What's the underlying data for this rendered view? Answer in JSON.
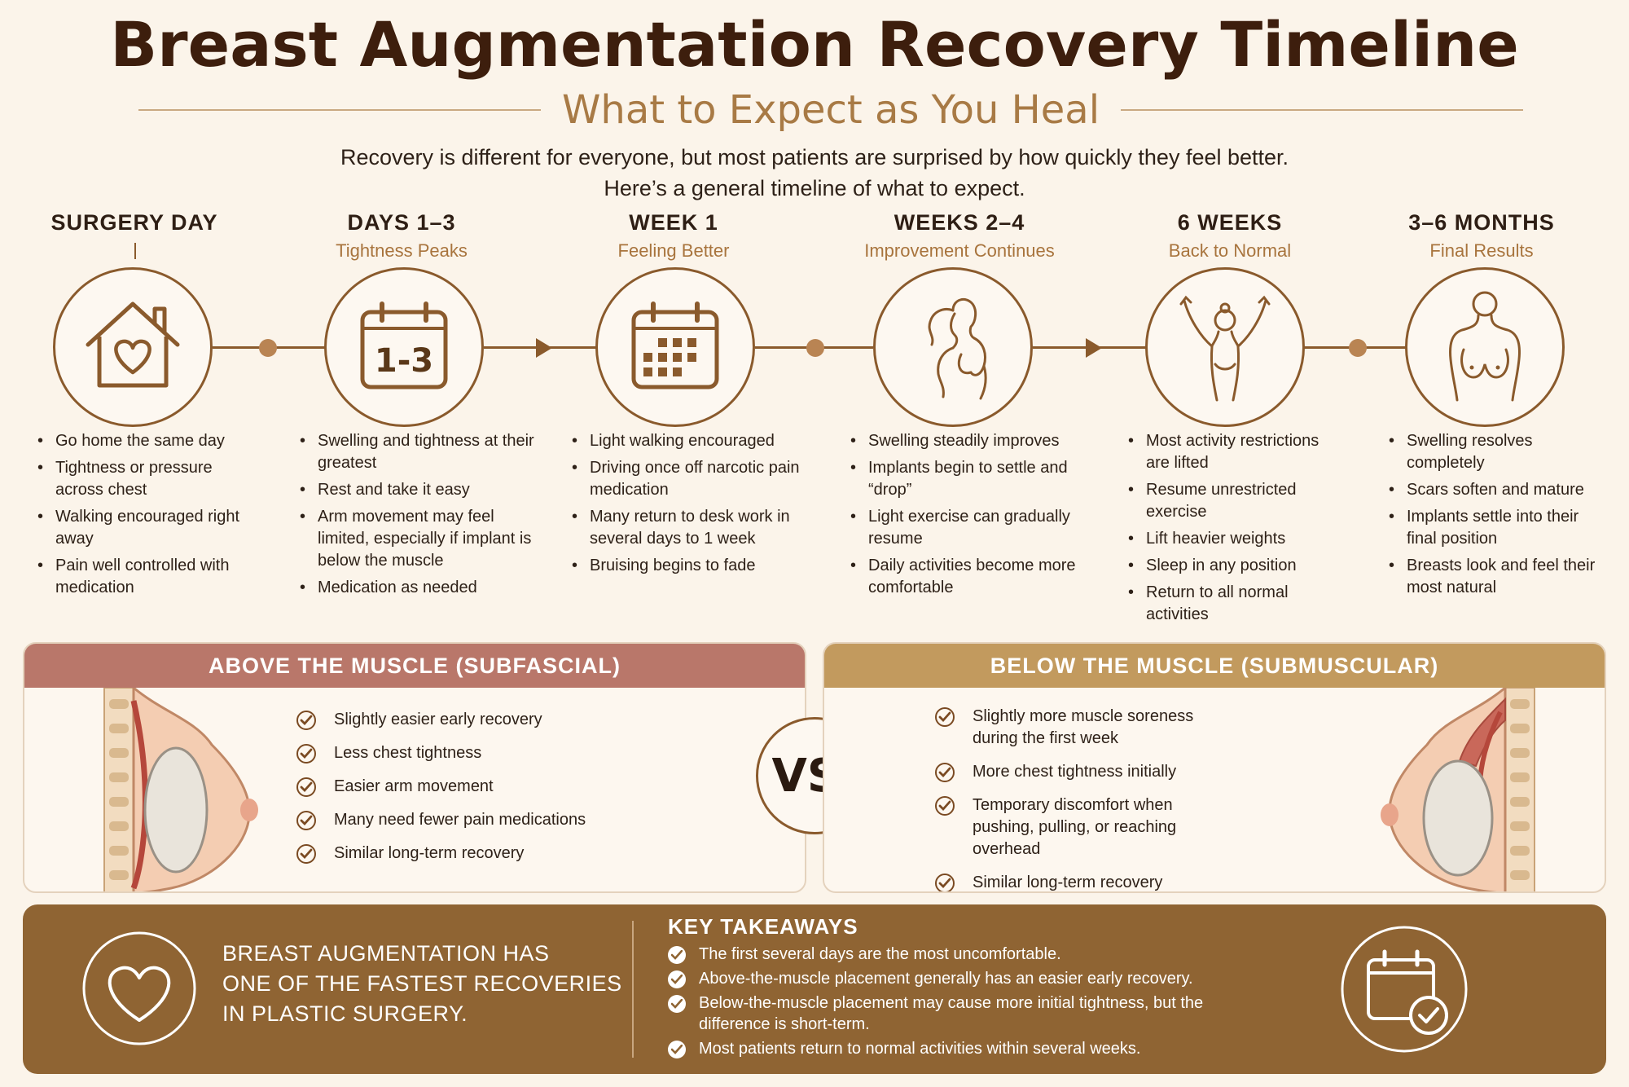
{
  "title": "Breast Augmentation Recovery Timeline",
  "subtitle": "What to Expect as You Heal",
  "intro_line1": "Recovery is different for everyone, but most patients are surprised by how quickly they feel better.",
  "intro_line2": "Here’s a general timeline of what to expect.",
  "stages": [
    {
      "title": "SURGERY DAY",
      "subtitle": "",
      "icon": "home-heart-icon",
      "bullets": [
        "Go home the same day",
        "Tightness or pressure across chest",
        "Walking encouraged right away",
        "Pain well controlled with medication"
      ]
    },
    {
      "title": "DAYS 1–3",
      "subtitle": "Tightness Peaks",
      "icon": "calendar-1-3-icon",
      "icon_text": "1-3",
      "bullets": [
        "Swelling and tightness at their greatest",
        "Rest and take it easy",
        "Arm movement may feel limited, especially if implant is below the muscle",
        "Medication as needed"
      ]
    },
    {
      "title": "WEEK 1",
      "subtitle": "Feeling Better",
      "icon": "calendar-grid-icon",
      "bullets": [
        "Light walking encouraged",
        "Driving once off narcotic pain medication",
        "Many return to desk work in several days to 1 week",
        "Bruising begins to fade"
      ]
    },
    {
      "title": "WEEKS 2–4",
      "subtitle": "Improvement Continues",
      "icon": "woman-profile-icon",
      "bullets": [
        "Swelling steadily improves",
        "Implants begin to settle and “drop”",
        "Light exercise can gradually resume",
        "Daily activities become more comfortable"
      ]
    },
    {
      "title": "6 WEEKS",
      "subtitle": "Back to Normal",
      "icon": "arms-raised-icon",
      "bullets": [
        "Most activity restrictions are lifted",
        "Resume unrestricted exercise",
        "Lift heavier weights",
        "Sleep in any position",
        "Return to all normal activities"
      ]
    },
    {
      "title": "3–6 MONTHS",
      "subtitle": "Final Results",
      "icon": "torso-outline-icon",
      "bullets": [
        "Swelling resolves completely",
        "Scars soften and mature",
        "Implants settle into their final position",
        "Breasts look and feel their most natural"
      ]
    }
  ],
  "above": {
    "title": "ABOVE THE MUSCLE (SUBFASCIAL)",
    "color": "#b9776a",
    "items": [
      "Slightly easier early recovery",
      "Less chest tightness",
      "Easier arm movement",
      "Many need fewer pain medications",
      "Similar long-term recovery"
    ]
  },
  "vs": "VS.",
  "below": {
    "title": "BELOW THE MUSCLE (SUBMUSCULAR)",
    "color": "#c29a5e",
    "items": [
      "Slightly more muscle soreness during the first week",
      "More chest tightness initially",
      "Temporary discomfort when pushing, pulling, or reaching overhead",
      "Similar long-term recovery"
    ]
  },
  "banner": {
    "line1": "BREAST AUGMENTATION HAS",
    "line2": "ONE OF THE FASTEST RECOVERIES",
    "line3": "IN PLASTIC SURGERY.",
    "key_title": "KEY TAKEAWAYS",
    "key_items": [
      "The first several days are the most uncomfortable.",
      "Above-the-muscle placement generally has an easier early recovery.",
      "Below-the-muscle placement may cause more initial tightness, but the difference is short-term.",
      "Most patients return to normal activities within several weeks."
    ]
  },
  "colors": {
    "accent": "#8a5a2c",
    "background": "#fbf4ea",
    "banner": "#8f6433"
  }
}
